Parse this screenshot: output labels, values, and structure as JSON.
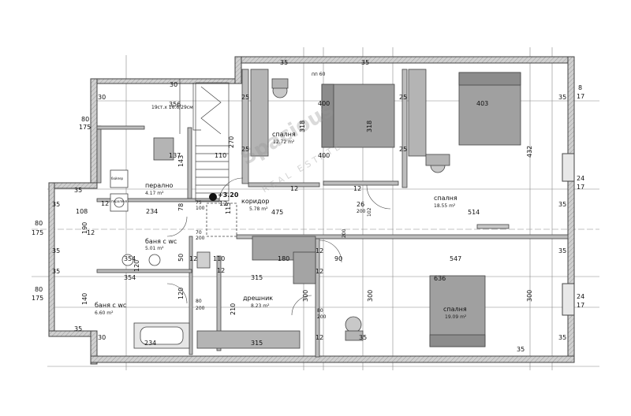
{
  "rooms": {
    "bedroom_top": {
      "name": "спалня",
      "area": "12.72 m²"
    },
    "bedroom_right": {
      "name": "спалня",
      "area": "18.55 m²"
    },
    "bedroom_bottom": {
      "name": "спалня",
      "area": "19.09 m²"
    },
    "laundry": {
      "name": "перално",
      "area": "4.17 m²"
    },
    "corridor": {
      "name": "коридор",
      "area": "5.78 m²"
    },
    "bath_top": {
      "name": "баня с wc",
      "area": "5.01 m²"
    },
    "bath_bottom": {
      "name": "баня с wc",
      "area": "6.60 m²"
    },
    "wardrobe": {
      "name": "дрешник",
      "area": "8.23 m²"
    }
  },
  "annotations": {
    "level": "+3.20",
    "stair_note": "19ст.х 16.6/29см",
    "washer_label": "пераляня",
    "heater_label": "бойлер",
    "window_top": "пп 60"
  },
  "dims": {
    "d30": "30",
    "d35": "35",
    "d25": "25",
    "d12": "12",
    "d80": "80",
    "d175": "175",
    "d108": "108",
    "d190": "190",
    "d140": "140",
    "d120": "120",
    "d354": "354",
    "d234": "234",
    "d110": "110",
    "d137": "137",
    "d143": "143",
    "d270": "270",
    "d400": "400",
    "d318": "318",
    "d403": "403",
    "d432": "432",
    "d514": "514",
    "d547": "547",
    "d636": "636",
    "d475": "475",
    "d180": "180",
    "d90": "90",
    "d315": "315",
    "d300": "300",
    "d210": "210",
    "d200": "200",
    "d70": "70",
    "d50": "50",
    "d78": "78",
    "d115": "115",
    "d26": "26",
    "d102": "102",
    "d356": "356",
    "d24": "24",
    "d17": "17",
    "d8": "8",
    "d75": "75",
    "d100": "100"
  },
  "watermark": {
    "main": "Spacious",
    "sub": "REAL ESTATE"
  },
  "colors": {
    "wall": "#c9c9c9",
    "wall_stroke": "#444444",
    "furniture": "#9a9a9a",
    "line": "#555555",
    "dimline": "#888888"
  }
}
